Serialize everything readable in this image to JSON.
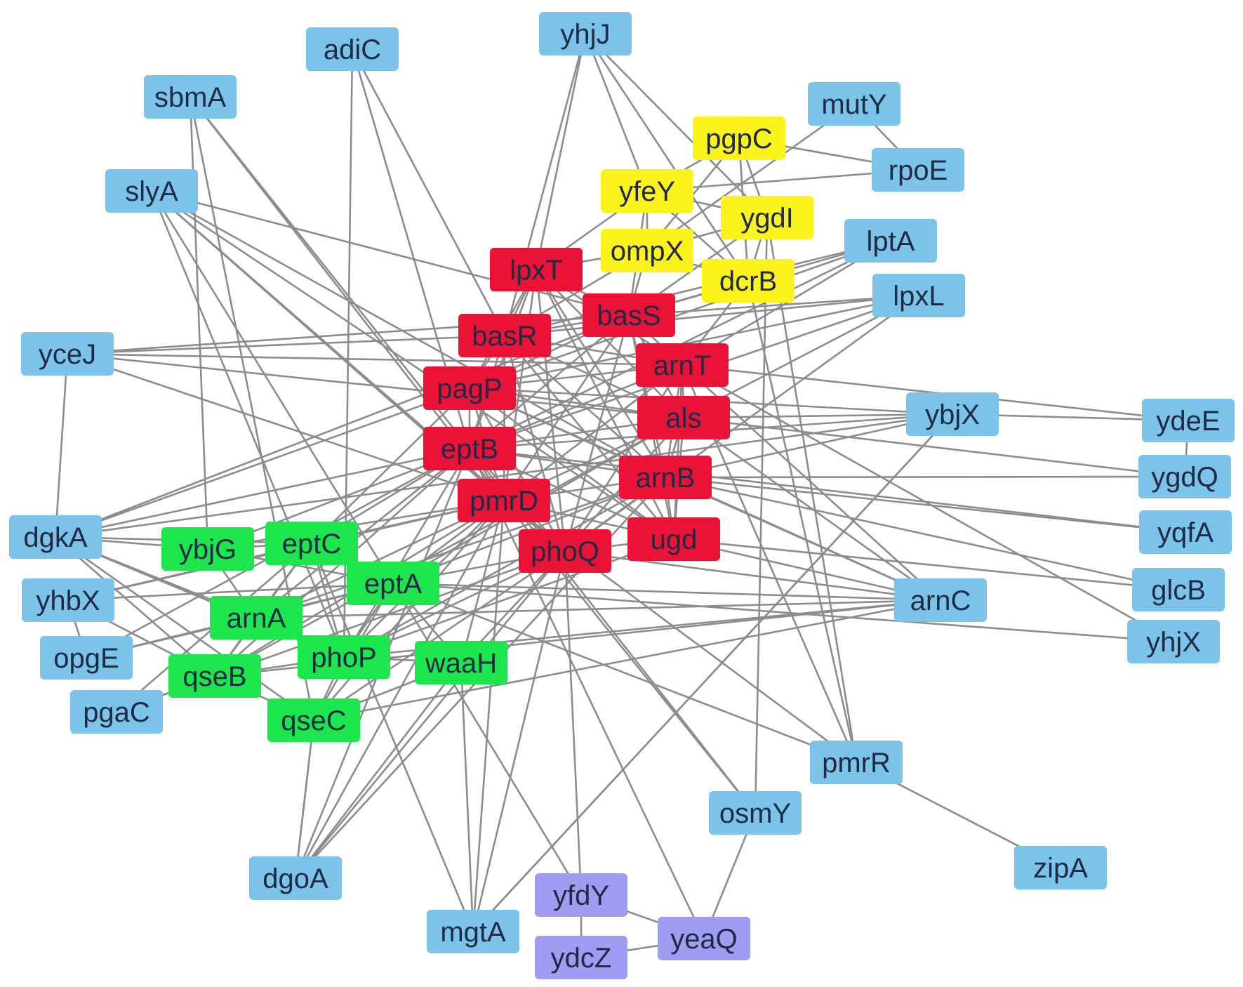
{
  "colors": {
    "blue": "#7cc3ea",
    "red": "#ea1236",
    "yellow": "#fcf21c",
    "green": "#1de54d",
    "purple": "#9f9cf2",
    "edge": "#8c8c8c"
  },
  "nodes": [
    {
      "id": "yhjJ",
      "label": "yhjJ",
      "group": "blue"
    },
    {
      "id": "adiC",
      "label": "adiC",
      "group": "blue"
    },
    {
      "id": "sbmA",
      "label": "sbmA",
      "group": "blue"
    },
    {
      "id": "mutY",
      "label": "mutY",
      "group": "blue"
    },
    {
      "id": "rpoE",
      "label": "rpoE",
      "group": "blue"
    },
    {
      "id": "slyA",
      "label": "slyA",
      "group": "blue"
    },
    {
      "id": "lptA",
      "label": "lptA",
      "group": "blue"
    },
    {
      "id": "lpxL",
      "label": "lpxL",
      "group": "blue"
    },
    {
      "id": "yceJ",
      "label": "yceJ",
      "group": "blue"
    },
    {
      "id": "ybjX",
      "label": "ybjX",
      "group": "blue"
    },
    {
      "id": "ydeE",
      "label": "ydeE",
      "group": "blue"
    },
    {
      "id": "ygdQ",
      "label": "ygdQ",
      "group": "blue"
    },
    {
      "id": "yqfA",
      "label": "yqfA",
      "group": "blue"
    },
    {
      "id": "glcB",
      "label": "glcB",
      "group": "blue"
    },
    {
      "id": "yhjX",
      "label": "yhjX",
      "group": "blue"
    },
    {
      "id": "dgkA",
      "label": "dgkA",
      "group": "blue"
    },
    {
      "id": "yhbX",
      "label": "yhbX",
      "group": "blue"
    },
    {
      "id": "opgE",
      "label": "opgE",
      "group": "blue"
    },
    {
      "id": "pgaC",
      "label": "pgaC",
      "group": "blue"
    },
    {
      "id": "arnC",
      "label": "arnC",
      "group": "blue"
    },
    {
      "id": "pmrR",
      "label": "pmrR",
      "group": "blue"
    },
    {
      "id": "osmY",
      "label": "osmY",
      "group": "blue"
    },
    {
      "id": "zipA",
      "label": "zipA",
      "group": "blue"
    },
    {
      "id": "dgoA",
      "label": "dgoA",
      "group": "blue"
    },
    {
      "id": "mgtA",
      "label": "mgtA",
      "group": "blue"
    },
    {
      "id": "pgpC",
      "label": "pgpC",
      "group": "yellow"
    },
    {
      "id": "yfeY",
      "label": "yfeY",
      "group": "yellow"
    },
    {
      "id": "ygdI",
      "label": "ygdI",
      "group": "yellow"
    },
    {
      "id": "ompX",
      "label": "ompX",
      "group": "yellow"
    },
    {
      "id": "dcrB",
      "label": "dcrB",
      "group": "yellow"
    },
    {
      "id": "lpxT",
      "label": "lpxT",
      "group": "red"
    },
    {
      "id": "basS",
      "label": "basS",
      "group": "red"
    },
    {
      "id": "basR",
      "label": "basR",
      "group": "red"
    },
    {
      "id": "arnT",
      "label": "arnT",
      "group": "red"
    },
    {
      "id": "pagP",
      "label": "pagP",
      "group": "red"
    },
    {
      "id": "als",
      "label": "als",
      "group": "red"
    },
    {
      "id": "eptB",
      "label": "eptB",
      "group": "red"
    },
    {
      "id": "arnB",
      "label": "arnB",
      "group": "red"
    },
    {
      "id": "pmrD",
      "label": "pmrD",
      "group": "red"
    },
    {
      "id": "phoQ",
      "label": "phoQ",
      "group": "red"
    },
    {
      "id": "ugd",
      "label": "ugd",
      "group": "red"
    },
    {
      "id": "ybjG",
      "label": "ybjG",
      "group": "green"
    },
    {
      "id": "eptC",
      "label": "eptC",
      "group": "green"
    },
    {
      "id": "eptA",
      "label": "eptA",
      "group": "green"
    },
    {
      "id": "arnA",
      "label": "arnA",
      "group": "green"
    },
    {
      "id": "phoP",
      "label": "phoP",
      "group": "green"
    },
    {
      "id": "waaH",
      "label": "waaH",
      "group": "green"
    },
    {
      "id": "qseB",
      "label": "qseB",
      "group": "green"
    },
    {
      "id": "qseC",
      "label": "qseC",
      "group": "green"
    },
    {
      "id": "yfdY",
      "label": "yfdY",
      "group": "purple"
    },
    {
      "id": "ydcZ",
      "label": "ydcZ",
      "group": "purple"
    },
    {
      "id": "yeaQ",
      "label": "yeaQ",
      "group": "purple"
    }
  ],
  "edges": [
    [
      "yhjJ",
      "lpxT"
    ],
    [
      "yhjJ",
      "yfeY"
    ],
    [
      "yhjJ",
      "ygdI"
    ],
    [
      "yhjJ",
      "dcrB"
    ],
    [
      "yhjJ",
      "basR"
    ],
    [
      "adiC",
      "basR"
    ],
    [
      "adiC",
      "eptB"
    ],
    [
      "adiC",
      "phoP"
    ],
    [
      "sbmA",
      "eptB"
    ],
    [
      "sbmA",
      "pmrD"
    ],
    [
      "sbmA",
      "ybjG"
    ],
    [
      "sbmA",
      "qseC"
    ],
    [
      "slyA",
      "basS"
    ],
    [
      "slyA",
      "pmrD"
    ],
    [
      "slyA",
      "phoP"
    ],
    [
      "slyA",
      "eptA"
    ],
    [
      "slyA",
      "arnB"
    ],
    [
      "slyA",
      "phoQ"
    ],
    [
      "slyA",
      "ugd"
    ],
    [
      "mutY",
      "ompX"
    ],
    [
      "mutY",
      "rpoE"
    ],
    [
      "rpoE",
      "yfeY"
    ],
    [
      "rpoE",
      "pgpC"
    ],
    [
      "pgpC",
      "yfeY"
    ],
    [
      "pgpC",
      "ygdI"
    ],
    [
      "pgpC",
      "ompX"
    ],
    [
      "pgpC",
      "dcrB"
    ],
    [
      "yfeY",
      "ompX"
    ],
    [
      "yfeY",
      "ygdI"
    ],
    [
      "yfeY",
      "dcrB"
    ],
    [
      "yfeY",
      "lpxT"
    ],
    [
      "yfeY",
      "basS"
    ],
    [
      "ygdI",
      "ompX"
    ],
    [
      "ygdI",
      "dcrB"
    ],
    [
      "ygdI",
      "basS"
    ],
    [
      "ygdI",
      "osmY"
    ],
    [
      "ompX",
      "dcrB"
    ],
    [
      "ompX",
      "basS"
    ],
    [
      "ompX",
      "lpxT"
    ],
    [
      "ompX",
      "basR"
    ],
    [
      "dcrB",
      "basS"
    ],
    [
      "dcrB",
      "pmrR"
    ],
    [
      "dcrB",
      "arnT"
    ],
    [
      "lptA",
      "basS"
    ],
    [
      "lptA",
      "arnT"
    ],
    [
      "lptA",
      "pagP"
    ],
    [
      "lptA",
      "eptB"
    ],
    [
      "lptA",
      "basR"
    ],
    [
      "lpxL",
      "basS"
    ],
    [
      "lpxL",
      "basR"
    ],
    [
      "lpxL",
      "pagP"
    ],
    [
      "lpxL",
      "als"
    ],
    [
      "lpxL",
      "eptB"
    ],
    [
      "lpxL",
      "phoQ"
    ],
    [
      "yceJ",
      "basR"
    ],
    [
      "yceJ",
      "basS"
    ],
    [
      "yceJ",
      "arnT"
    ],
    [
      "yceJ",
      "als"
    ],
    [
      "yceJ",
      "pmrD"
    ],
    [
      "lpxT",
      "basS"
    ],
    [
      "lpxT",
      "basR"
    ],
    [
      "lpxT",
      "pagP"
    ],
    [
      "lpxT",
      "arnT"
    ],
    [
      "lpxT",
      "als"
    ],
    [
      "lpxT",
      "eptB"
    ],
    [
      "lpxT",
      "arnB"
    ],
    [
      "lpxT",
      "pmrD"
    ],
    [
      "lpxT",
      "phoQ"
    ],
    [
      "lpxT",
      "ugd"
    ],
    [
      "basS",
      "basR"
    ],
    [
      "basS",
      "pagP"
    ],
    [
      "basS",
      "arnT"
    ],
    [
      "basS",
      "als"
    ],
    [
      "basS",
      "eptB"
    ],
    [
      "basS",
      "arnB"
    ],
    [
      "basS",
      "pmrD"
    ],
    [
      "basS",
      "phoQ"
    ],
    [
      "basS",
      "ugd"
    ],
    [
      "basR",
      "pagP"
    ],
    [
      "basR",
      "arnT"
    ],
    [
      "basR",
      "als"
    ],
    [
      "basR",
      "eptB"
    ],
    [
      "basR",
      "arnB"
    ],
    [
      "basR",
      "pmrD"
    ],
    [
      "basR",
      "phoQ"
    ],
    [
      "basR",
      "ugd"
    ],
    [
      "arnT",
      "pagP"
    ],
    [
      "arnT",
      "als"
    ],
    [
      "arnT",
      "eptB"
    ],
    [
      "arnT",
      "arnB"
    ],
    [
      "arnT",
      "pmrD"
    ],
    [
      "arnT",
      "phoQ"
    ],
    [
      "arnT",
      "ugd"
    ],
    [
      "pagP",
      "als"
    ],
    [
      "pagP",
      "eptB"
    ],
    [
      "pagP",
      "arnB"
    ],
    [
      "pagP",
      "pmrD"
    ],
    [
      "pagP",
      "phoQ"
    ],
    [
      "pagP",
      "ugd"
    ],
    [
      "als",
      "eptB"
    ],
    [
      "als",
      "arnB"
    ],
    [
      "als",
      "pmrD"
    ],
    [
      "als",
      "phoQ"
    ],
    [
      "als",
      "ugd"
    ],
    [
      "eptB",
      "arnB"
    ],
    [
      "eptB",
      "pmrD"
    ],
    [
      "eptB",
      "phoQ"
    ],
    [
      "eptB",
      "ugd"
    ],
    [
      "arnB",
      "pmrD"
    ],
    [
      "arnB",
      "phoQ"
    ],
    [
      "arnB",
      "ugd"
    ],
    [
      "pmrD",
      "phoQ"
    ],
    [
      "pmrD",
      "ugd"
    ],
    [
      "phoQ",
      "ugd"
    ],
    [
      "ybjX",
      "als"
    ],
    [
      "ybjX",
      "ydeE"
    ],
    [
      "ybjX",
      "arnB"
    ],
    [
      "ybjX",
      "pagP"
    ],
    [
      "ybjX",
      "eptB"
    ],
    [
      "ybjX",
      "dgkA"
    ],
    [
      "ybjX",
      "mgtA"
    ],
    [
      "ydeE",
      "arnT"
    ],
    [
      "ydeE",
      "ygdQ"
    ],
    [
      "ygdQ",
      "als"
    ],
    [
      "ygdQ",
      "arnB"
    ],
    [
      "yqfA",
      "arnB"
    ],
    [
      "yqfA",
      "eptB"
    ],
    [
      "glcB",
      "arnB"
    ],
    [
      "glcB",
      "ugd"
    ],
    [
      "yhjX",
      "arnT"
    ],
    [
      "yhjX",
      "eptA"
    ],
    [
      "arnC",
      "als"
    ],
    [
      "arnC",
      "arnB"
    ],
    [
      "arnC",
      "ugd"
    ],
    [
      "arnC",
      "phoQ"
    ],
    [
      "arnC",
      "arnT"
    ],
    [
      "arnC",
      "eptA"
    ],
    [
      "arnC",
      "qseB"
    ],
    [
      "arnC",
      "qseC"
    ],
    [
      "arnC",
      "pagP"
    ],
    [
      "arnC",
      "phoP"
    ],
    [
      "arnC",
      "arnA"
    ],
    [
      "dgkA",
      "ybjG"
    ],
    [
      "dgkA",
      "eptC"
    ],
    [
      "dgkA",
      "arnA"
    ],
    [
      "dgkA",
      "pagP"
    ],
    [
      "dgkA",
      "eptB"
    ],
    [
      "dgkA",
      "qseB"
    ],
    [
      "dgkA",
      "phoP"
    ],
    [
      "dgkA",
      "qseC"
    ],
    [
      "dgkA",
      "yceJ"
    ],
    [
      "dgkA",
      "basS"
    ],
    [
      "yhbX",
      "eptC"
    ],
    [
      "yhbX",
      "eptA"
    ],
    [
      "yhbX",
      "pmrD"
    ],
    [
      "yhbX",
      "qseB"
    ],
    [
      "yhbX",
      "opgE"
    ],
    [
      "opgE",
      "eptA"
    ],
    [
      "opgE",
      "arnA"
    ],
    [
      "opgE",
      "eptB"
    ],
    [
      "pgaC",
      "qseB"
    ],
    [
      "pgaC",
      "eptC"
    ],
    [
      "pgaC",
      "phoQ"
    ],
    [
      "ybjG",
      "eptC"
    ],
    [
      "ybjG",
      "eptA"
    ],
    [
      "ybjG",
      "arnA"
    ],
    [
      "ybjG",
      "pmrD"
    ],
    [
      "ybjG",
      "eptB"
    ],
    [
      "eptC",
      "eptA"
    ],
    [
      "eptC",
      "arnA"
    ],
    [
      "eptC",
      "phoP"
    ],
    [
      "eptC",
      "pmrD"
    ],
    [
      "eptC",
      "eptB"
    ],
    [
      "eptC",
      "qseB"
    ],
    [
      "eptC",
      "pagP"
    ],
    [
      "eptA",
      "arnA"
    ],
    [
      "eptA",
      "phoP"
    ],
    [
      "eptA",
      "waaH"
    ],
    [
      "eptA",
      "pmrD"
    ],
    [
      "eptA",
      "phoQ"
    ],
    [
      "eptA",
      "arnB"
    ],
    [
      "eptA",
      "als"
    ],
    [
      "eptA",
      "qseC"
    ],
    [
      "eptA",
      "pmrR"
    ],
    [
      "arnA",
      "phoP"
    ],
    [
      "arnA",
      "qseB"
    ],
    [
      "arnA",
      "pmrD"
    ],
    [
      "arnA",
      "eptB"
    ],
    [
      "arnA",
      "arnB"
    ],
    [
      "phoP",
      "waaH"
    ],
    [
      "phoP",
      "qseB"
    ],
    [
      "phoP",
      "qseC"
    ],
    [
      "phoP",
      "phoQ"
    ],
    [
      "phoP",
      "pmrD"
    ],
    [
      "phoP",
      "eptB"
    ],
    [
      "phoP",
      "arnB"
    ],
    [
      "phoP",
      "ugd"
    ],
    [
      "waaH",
      "phoQ"
    ],
    [
      "waaH",
      "pmrD"
    ],
    [
      "waaH",
      "qseC"
    ],
    [
      "waaH",
      "dgoA"
    ],
    [
      "waaH",
      "mgtA"
    ],
    [
      "qseB",
      "qseC"
    ],
    [
      "qseB",
      "pmrD"
    ],
    [
      "qseB",
      "eptB"
    ],
    [
      "qseB",
      "als"
    ],
    [
      "qseC",
      "phoQ"
    ],
    [
      "qseC",
      "pmrD"
    ],
    [
      "qseC",
      "dgoA"
    ],
    [
      "pmrR",
      "pmrD"
    ],
    [
      "pmrR",
      "arnT"
    ],
    [
      "pmrR",
      "zipA"
    ],
    [
      "pmrR",
      "ygdI"
    ],
    [
      "osmY",
      "yeaQ"
    ],
    [
      "osmY",
      "pmrD"
    ],
    [
      "osmY",
      "eptB"
    ],
    [
      "dgoA",
      "qseC"
    ],
    [
      "dgoA",
      "eptB"
    ],
    [
      "dgoA",
      "pmrD"
    ],
    [
      "dgoA",
      "phoQ"
    ],
    [
      "dgoA",
      "arnB"
    ],
    [
      "mgtA",
      "phoQ"
    ],
    [
      "mgtA",
      "eptC"
    ],
    [
      "mgtA",
      "ybjX"
    ],
    [
      "mgtA",
      "pmrD"
    ],
    [
      "yfdY",
      "ydcZ"
    ],
    [
      "yfdY",
      "yeaQ"
    ],
    [
      "yfdY",
      "phoQ"
    ],
    [
      "yfdY",
      "eptA"
    ],
    [
      "ydcZ",
      "yeaQ"
    ],
    [
      "yeaQ",
      "eptB"
    ]
  ]
}
